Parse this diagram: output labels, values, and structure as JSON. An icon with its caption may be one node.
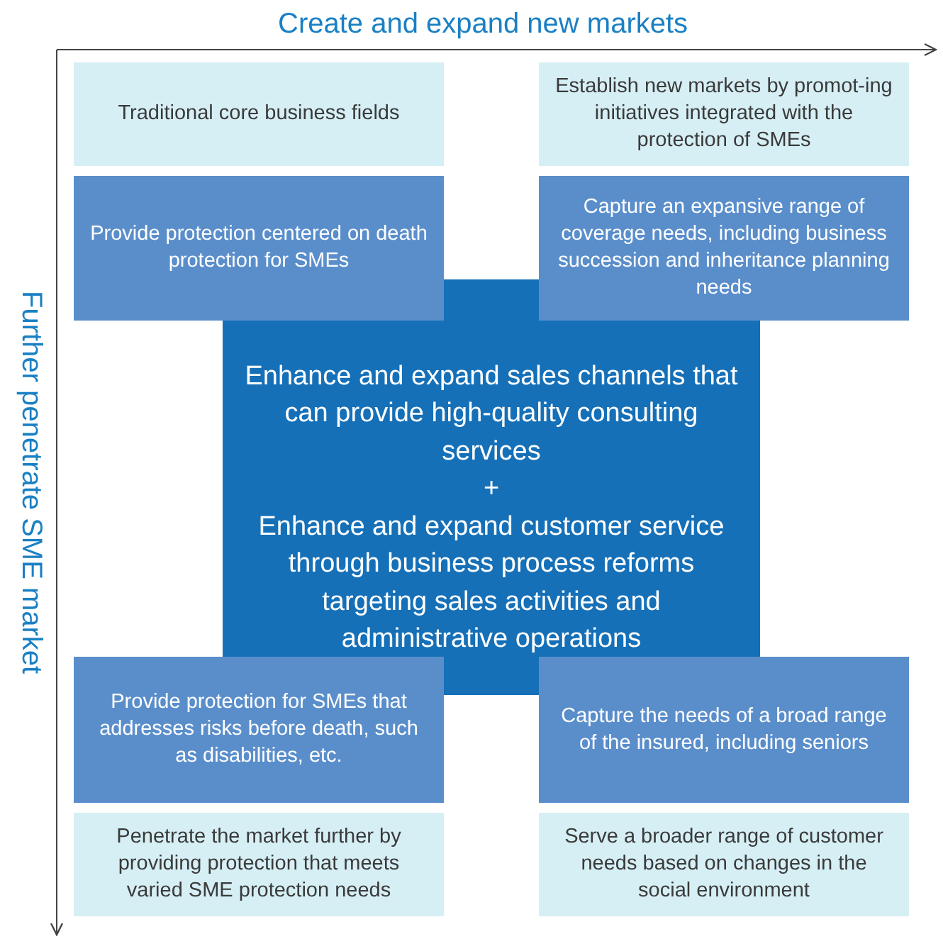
{
  "diagram": {
    "nodes": [
      {
        "text": [
          "Traditional core business fields"
        ]
      },
      {
        "text": [
          "Establish new markets by promot-ing initiatives integrated with the protection of SMEs"
        ]
      },
      {
        "text": [
          "Provide protection centered on death protection for SMEs"
        ]
      },
      {
        "text": [
          "Capture an expansive range of coverage needs, including business succession and inheritance planning needs"
        ]
      },
      {
        "text": [
          "Enhance and expand sales channels that can provide high-quality consulting services",
          "+",
          "Enhance and expand customer service through business process reforms targeting sales activities and administrative operations"
        ]
      },
      {
        "text": [
          "Provide protection for SMEs that addresses risks before death, such as disabilities, etc."
        ]
      },
      {
        "text": [
          "Capture the needs of a broad range of the insured, including seniors"
        ]
      },
      {
        "text": [
          "Penetrate the market further by providing protection that meets varied SME protection needs"
        ]
      },
      {
        "text": [
          "Serve a broader range of customer needs based on changes in the social environment"
        ]
      }
    ],
    "labels": [
      "Create and expand new markets",
      "Further penetrate SME market"
    ]
  }
}
